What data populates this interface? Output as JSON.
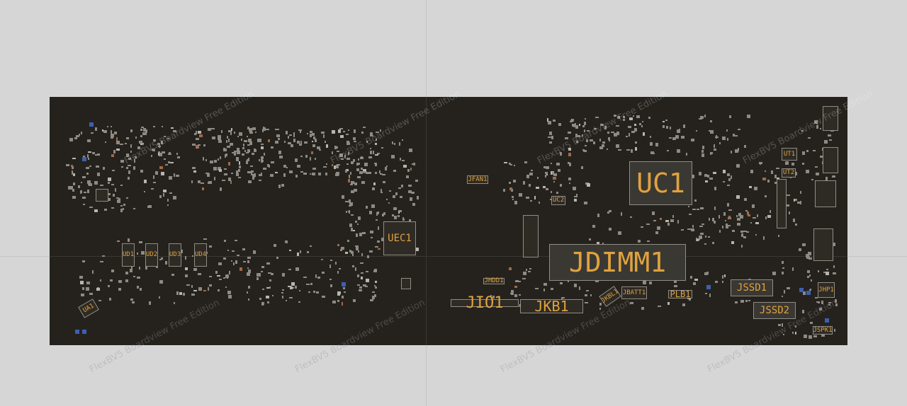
{
  "viewer": {
    "watermark": "FlexBV5 Boardview Free Edition"
  },
  "components": {
    "uc1": "UC1",
    "jdimm1": "JDIMM1",
    "uec1": "UEC1",
    "jio1": "JIO1",
    "jkb1": "JKB1",
    "jssd1": "JSSD1",
    "jssd2": "JSSD2",
    "plb1": "PLB1",
    "jhp1": "JHP1",
    "jspk1": "JSPK1",
    "jbatt1": "JBATT1",
    "jkbl1": "JKBL1",
    "jhdd1": "JHDD1",
    "jfan1": "JFAN1",
    "ud1": "UD1",
    "ud2": "UD2",
    "ud3": "UD3",
    "ud4": "UD4",
    "ua1": "UA1",
    "ut1": "UT1",
    "ut2": "UT2",
    "uc2": "UC2"
  },
  "colors": {
    "board": "#25221d",
    "background": "#d6d6d6",
    "label": "#e0a23e",
    "outline": "#8f8c86"
  }
}
